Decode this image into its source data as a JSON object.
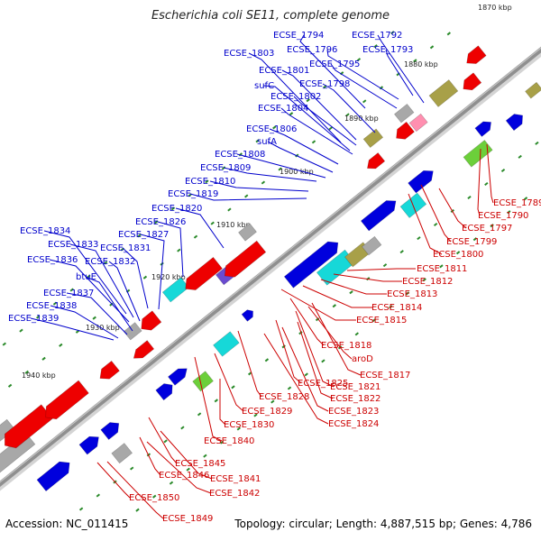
{
  "title": "Escherichia coli SE11, complete genome",
  "footer": {
    "accession": "Accession: NC_011415",
    "topology": "Topology: circular; Length: 4,887,515 bp; Genes: 4,786"
  },
  "colors": {
    "backbone": "#9a9a9a",
    "forward_genes": "#0000dd",
    "reverse_genes": "#ee0000",
    "forward_labels": "#0000cc",
    "reverse_labels": "#cc0000",
    "ticks": "#2a8a2a"
  },
  "ticks": [
    {
      "label": "1870 kbp"
    },
    {
      "label": "1880 kbp"
    },
    {
      "label": "1890 kbp"
    },
    {
      "label": "1900 kbp"
    },
    {
      "label": "1910 kbp"
    },
    {
      "label": "1920 kbp"
    },
    {
      "label": "1930 kbp"
    },
    {
      "label": "1940 kbp"
    }
  ],
  "forward_labels": [
    {
      "text": "ECSE_1794"
    },
    {
      "text": "ECSE_1792"
    },
    {
      "text": "ECSE_1803"
    },
    {
      "text": "ECSE_1796"
    },
    {
      "text": "ECSE_1793"
    },
    {
      "text": "ECSE_1795"
    },
    {
      "text": "ECSE_1801"
    },
    {
      "text": "sufC"
    },
    {
      "text": "ECSE_1798"
    },
    {
      "text": "ECSE_1802"
    },
    {
      "text": "ECSE_1804"
    },
    {
      "text": "ECSE_1806"
    },
    {
      "text": "sufA"
    },
    {
      "text": "ECSE_1808"
    },
    {
      "text": "ECSE_1809"
    },
    {
      "text": "ECSE_1810"
    },
    {
      "text": "ECSE_1819"
    },
    {
      "text": "ECSE_1820"
    },
    {
      "text": "ECSE_1826"
    },
    {
      "text": "ECSE_1827"
    },
    {
      "text": "ECSE_1834"
    },
    {
      "text": "ECSE_1833"
    },
    {
      "text": "ECSE_1831"
    },
    {
      "text": "ECSE_1836"
    },
    {
      "text": "ECSE_1832"
    },
    {
      "text": "btuE"
    },
    {
      "text": "ECSE_1837"
    },
    {
      "text": "ECSE_1838"
    },
    {
      "text": "ECSE_1839"
    }
  ],
  "reverse_labels": [
    {
      "text": "ECSE_1789"
    },
    {
      "text": "ECSE_1790"
    },
    {
      "text": "ECSE_1797"
    },
    {
      "text": "ECSE_1799"
    },
    {
      "text": "ECSE_1800"
    },
    {
      "text": "ECSE_1811"
    },
    {
      "text": "ECSE_1812"
    },
    {
      "text": "ECSE_1813"
    },
    {
      "text": "ECSE_1814"
    },
    {
      "text": "ECSE_1815"
    },
    {
      "text": "ECSE_1818"
    },
    {
      "text": "aroD"
    },
    {
      "text": "ECSE_1817"
    },
    {
      "text": "ECSE_1821"
    },
    {
      "text": "ECSE_1825"
    },
    {
      "text": "ECSE_1822"
    },
    {
      "text": "ECSE_1828"
    },
    {
      "text": "ECSE_1823"
    },
    {
      "text": "ECSE_1829"
    },
    {
      "text": "ECSE_1824"
    },
    {
      "text": "ECSE_1830"
    },
    {
      "text": "ECSE_1840"
    },
    {
      "text": "ECSE_1845"
    },
    {
      "text": "ECSE_1846"
    },
    {
      "text": "ECSE_1841"
    },
    {
      "text": "ECSE_1842"
    },
    {
      "text": "ECSE_1850"
    },
    {
      "text": "ECSE_1849"
    }
  ]
}
